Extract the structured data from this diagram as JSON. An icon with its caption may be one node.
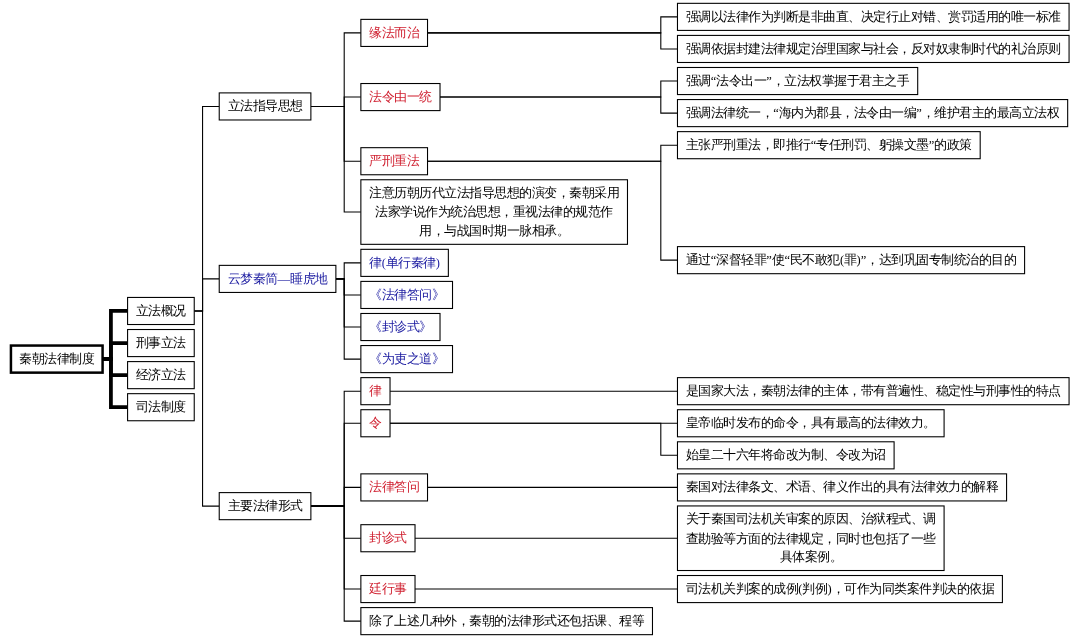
{
  "diagram": {
    "nodes": [
      {
        "text": [
          "秦朝法律制度"
        ]
      },
      {
        "text": [
          "立法概况"
        ]
      },
      {
        "text": [
          "立法指导思想"
        ]
      },
      {
        "text": [
          "缘法而治"
        ]
      },
      {
        "text": [
          "强调以法律作为判断是非曲直、决定行止对错、赏罚适用的唯一标准"
        ]
      },
      {
        "text": [
          "强调依据封建法律规定治理国家与社会，反对奴隶制时代的礼治原则"
        ]
      },
      {
        "text": [
          "法令由一统"
        ]
      },
      {
        "text": [
          "强调“法令出一”，立法权掌握于君主之手"
        ]
      },
      {
        "text": [
          "强调法律统一，“海内为郡县，法令由一编”，维护君主的最高立法权"
        ]
      },
      {
        "text": [
          "严刑重法"
        ]
      },
      {
        "text": [
          "主张严刑重法，即推行“专任刑罚、躬操文墨”的政策"
        ]
      },
      {
        "text": [
          "通过“深督轻罪”使“民不敢犯(罪)”，达到巩固专制统治的目的"
        ]
      },
      {
        "text": [
          "注意历朝历代立法指导思想的演变，秦朝采用法家学说作为统治思想，重视法律的规范作用，与战国时期一脉相承。"
        ]
      },
      {
        "text": [
          "云梦秦简—睡虎地"
        ]
      },
      {
        "text": [
          "律(单行秦律)"
        ]
      },
      {
        "text": [
          "《法律答问》"
        ]
      },
      {
        "text": [
          "《封诊式》"
        ]
      },
      {
        "text": [
          "《为吏之道》"
        ]
      },
      {
        "text": [
          "主要法律形式"
        ]
      },
      {
        "text": [
          "律"
        ]
      },
      {
        "text": [
          "是国家大法，秦朝法律的主体，带有普遍性、稳定性与刑事性的特点"
        ]
      },
      {
        "text": [
          "令"
        ]
      },
      {
        "text": [
          "皇帝临时发布的命令，具有最高的法律效力。"
        ]
      },
      {
        "text": [
          "始皇二十六年将命改为制、令改为诏"
        ]
      },
      {
        "text": [
          "法律答问"
        ]
      },
      {
        "text": [
          "秦国对法律条文、术语、律义作出的具有法律效力的解释"
        ]
      },
      {
        "text": [
          "封诊式"
        ]
      },
      {
        "text": [
          "关于秦国司法机关审案的原因、治狱程式、调查勘验等方面的法律规定，同时也包括了一些具体案例。"
        ]
      },
      {
        "text": [
          "廷行事"
        ]
      },
      {
        "text": [
          "司法机关判案的成例(判例)，可作为同类案件判决的依据"
        ]
      },
      {
        "text": [
          "除了上述几种外，秦朝的法律形式还包括课、程等"
        ]
      },
      {
        "text": [
          "刑事立法"
        ]
      },
      {
        "text": [
          "经济立法"
        ]
      },
      {
        "text": [
          "司法制度"
        ]
      }
    ],
    "edges": [
      {
        "from": 0,
        "to": 1,
        "arrow": "none",
        "style": "thick"
      },
      {
        "from": 1,
        "to": 2,
        "arrow": "none"
      },
      {
        "from": 2,
        "to": 3,
        "arrow": "none"
      },
      {
        "from": 3,
        "to": 4,
        "arrow": "none"
      },
      {
        "from": 3,
        "to": 5,
        "arrow": "none"
      },
      {
        "from": 2,
        "to": 6,
        "arrow": "none"
      },
      {
        "from": 6,
        "to": 7,
        "arrow": "none"
      },
      {
        "from": 6,
        "to": 8,
        "arrow": "none"
      },
      {
        "from": 2,
        "to": 9,
        "arrow": "none"
      },
      {
        "from": 9,
        "to": 10,
        "arrow": "none"
      },
      {
        "from": 9,
        "to": 11,
        "arrow": "none"
      },
      {
        "from": 2,
        "to": 12,
        "arrow": "none"
      },
      {
        "from": 1,
        "to": 13,
        "arrow": "none"
      },
      {
        "from": 13,
        "to": 14,
        "arrow": "none"
      },
      {
        "from": 13,
        "to": 15,
        "arrow": "none"
      },
      {
        "from": 13,
        "to": 16,
        "arrow": "none"
      },
      {
        "from": 13,
        "to": 17,
        "arrow": "none"
      },
      {
        "from": 1,
        "to": 18,
        "arrow": "none"
      },
      {
        "from": 18,
        "to": 19,
        "arrow": "none"
      },
      {
        "from": 19,
        "to": 20,
        "arrow": "none"
      },
      {
        "from": 18,
        "to": 21,
        "arrow": "none"
      },
      {
        "from": 21,
        "to": 22,
        "arrow": "none"
      },
      {
        "from": 21,
        "to": 23,
        "arrow": "none"
      },
      {
        "from": 18,
        "to": 24,
        "arrow": "none"
      },
      {
        "from": 24,
        "to": 25,
        "arrow": "none"
      },
      {
        "from": 18,
        "to": 26,
        "arrow": "none"
      },
      {
        "from": 26,
        "to": 27,
        "arrow": "none"
      },
      {
        "from": 18,
        "to": 28,
        "arrow": "none"
      },
      {
        "from": 28,
        "to": 29,
        "arrow": "none"
      },
      {
        "from": 18,
        "to": 30,
        "arrow": "none"
      },
      {
        "from": 0,
        "to": 31,
        "arrow": "none",
        "style": "thick"
      },
      {
        "from": 0,
        "to": 32,
        "arrow": "none",
        "style": "thick"
      },
      {
        "from": 0,
        "to": 33,
        "arrow": "none",
        "style": "thick"
      }
    ]
  }
}
